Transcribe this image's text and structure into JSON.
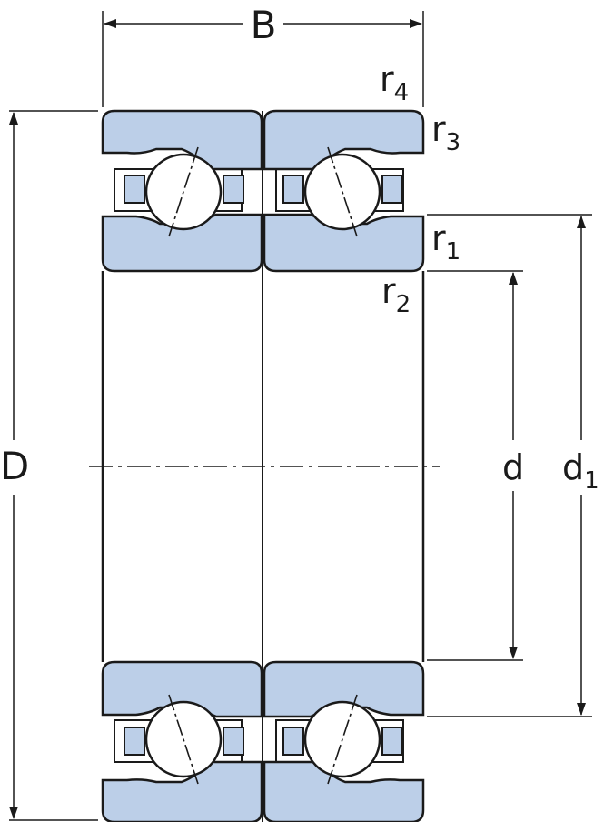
{
  "colors": {
    "ring_fill": "#bccfe8",
    "line": "#1a1a1a",
    "ball_fill": "#ffffff",
    "background": "#ffffff"
  },
  "labels": {
    "B": "B",
    "D": "D",
    "d": "d",
    "d1_main": "d",
    "d1_sub": "1",
    "r1_main": "r",
    "r1_sub": "1",
    "r2_main": "r",
    "r2_sub": "2",
    "r3_main": "r",
    "r3_sub": "3",
    "r4_main": "r",
    "r4_sub": "4"
  }
}
